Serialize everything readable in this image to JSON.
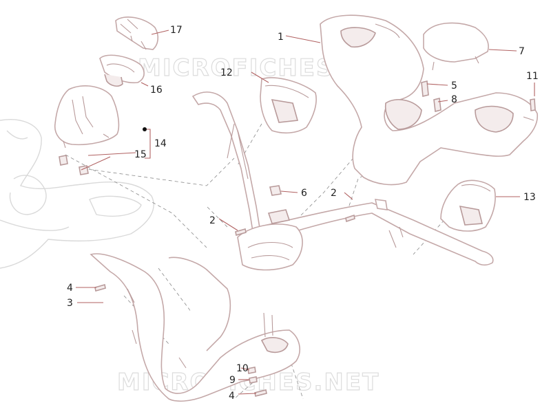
{
  "watermark": {
    "top": "MICROFICHES.NET",
    "bottom": "MICROFICHES.NET"
  },
  "callouts": {
    "c1": "1",
    "c2a": "2",
    "c2b": "2",
    "c3": "3",
    "c4a": "4",
    "c4b": "4",
    "c5": "5",
    "c6": "6",
    "c7": "7",
    "c8": "8",
    "c9": "9",
    "c10": "10",
    "c11": "11",
    "c12": "12",
    "c13": "13",
    "c14": "14",
    "c15": "15",
    "c16": "16",
    "c17": "17"
  },
  "colors": {
    "part_outline": "#c4a8a8",
    "leader": "#b06060",
    "ghost": "#d9d9d9"
  }
}
